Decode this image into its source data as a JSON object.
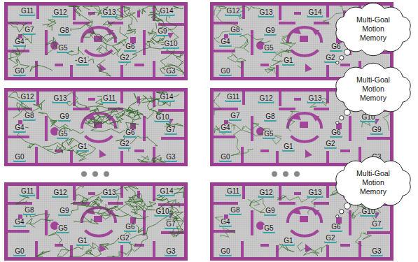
{
  "diagram": {
    "nodes": [
      {
        "text": [
          "Multi-Goal Motion Memory"
        ]
      },
      {
        "text": [
          "Multi-Goal Motion Memory"
        ]
      },
      {
        "text": [
          "Multi-Goal Motion Memory"
        ]
      }
    ],
    "labels": [
      "G11",
      "G12",
      "G13",
      "G14",
      "G7",
      "G8",
      "G9",
      "G4",
      "G5",
      "G6",
      "G10",
      "G1",
      "G2",
      "G0",
      "G3",
      "G12",
      "G13",
      "G14",
      "G11",
      "G8",
      "G9",
      "G10",
      "G4",
      "G5",
      "G6",
      "G7",
      "G1",
      "G2",
      "G0",
      "G3",
      "G12",
      "G13",
      "G11",
      "G14",
      "G8",
      "G9",
      "G10",
      "G4",
      "G5",
      "G6",
      "G7",
      "G1",
      "G2",
      "G0",
      "G3",
      "G11",
      "G12",
      "G13",
      "G14",
      "G7",
      "G8",
      "G10",
      "G4",
      "G5",
      "G6",
      "G9",
      "G1",
      "G2",
      "G0",
      "G3",
      "G11",
      "G12",
      "G13",
      "G14",
      "G8",
      "G9",
      "G10",
      "G4",
      "G5",
      "G6",
      "G7",
      "G1",
      "G2",
      "G0",
      "G3",
      "G11",
      "G12",
      "G13",
      "G14",
      "G8",
      "G9",
      "G10",
      "G4",
      "G5",
      "G6",
      "G7",
      "G1",
      "G2",
      "G0",
      "G3"
    ]
  }
}
